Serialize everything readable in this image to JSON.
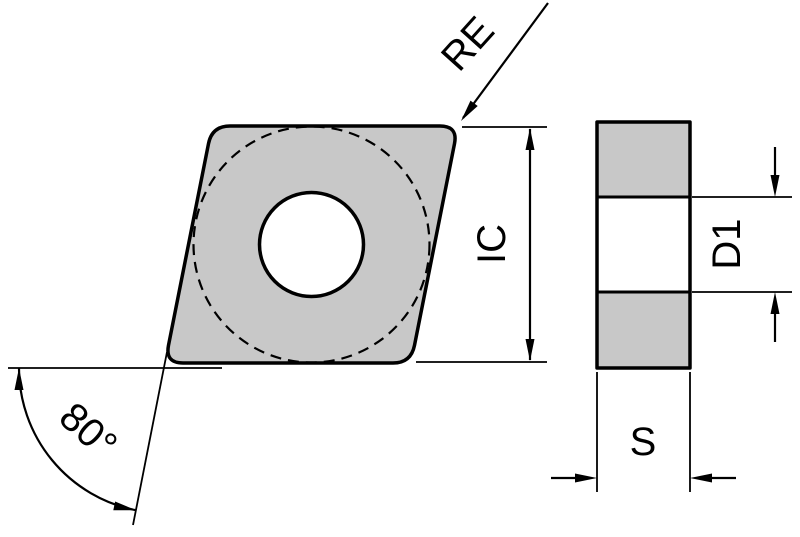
{
  "drawing": {
    "labels": {
      "corner_radius": "RE",
      "inscribed_circle": "IC",
      "nose_angle": "80°",
      "hole_diameter": "D1",
      "thickness": "S"
    },
    "colors": {
      "body_fill": "#c8c8c8",
      "hole_fill": "#ffffff",
      "line": "#000000",
      "background": "#ffffff"
    }
  }
}
